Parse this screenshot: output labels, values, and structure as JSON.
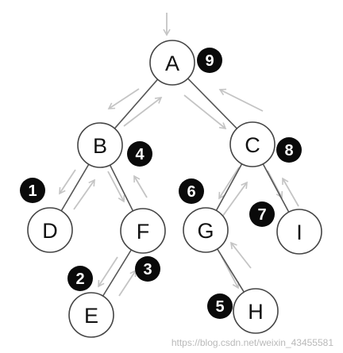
{
  "tree": {
    "nodes": [
      {
        "id": "A",
        "label": "A",
        "order": "9"
      },
      {
        "id": "B",
        "label": "B",
        "order": "4"
      },
      {
        "id": "C",
        "label": "C",
        "order": "8"
      },
      {
        "id": "D",
        "label": "D",
        "order": "1"
      },
      {
        "id": "F",
        "label": "F",
        "order": "3"
      },
      {
        "id": "E",
        "label": "E",
        "order": "2"
      },
      {
        "id": "G",
        "label": "G",
        "order": "6"
      },
      {
        "id": "I",
        "label": "I",
        "order": "7"
      },
      {
        "id": "H",
        "label": "H",
        "order": "5"
      }
    ],
    "edges": [
      [
        "A",
        "B"
      ],
      [
        "A",
        "C"
      ],
      [
        "B",
        "D"
      ],
      [
        "B",
        "F"
      ],
      [
        "F",
        "E"
      ],
      [
        "C",
        "G"
      ],
      [
        "C",
        "I"
      ],
      [
        "G",
        "H"
      ]
    ]
  },
  "colors": {
    "node_stroke": "#444444",
    "edge": "#555555",
    "arrow": "#c4c4c4",
    "badge": "#0a0a0a",
    "badge_text": "#ffffff"
  },
  "watermark": "https://blog.csdn.net/weixin_43455581"
}
